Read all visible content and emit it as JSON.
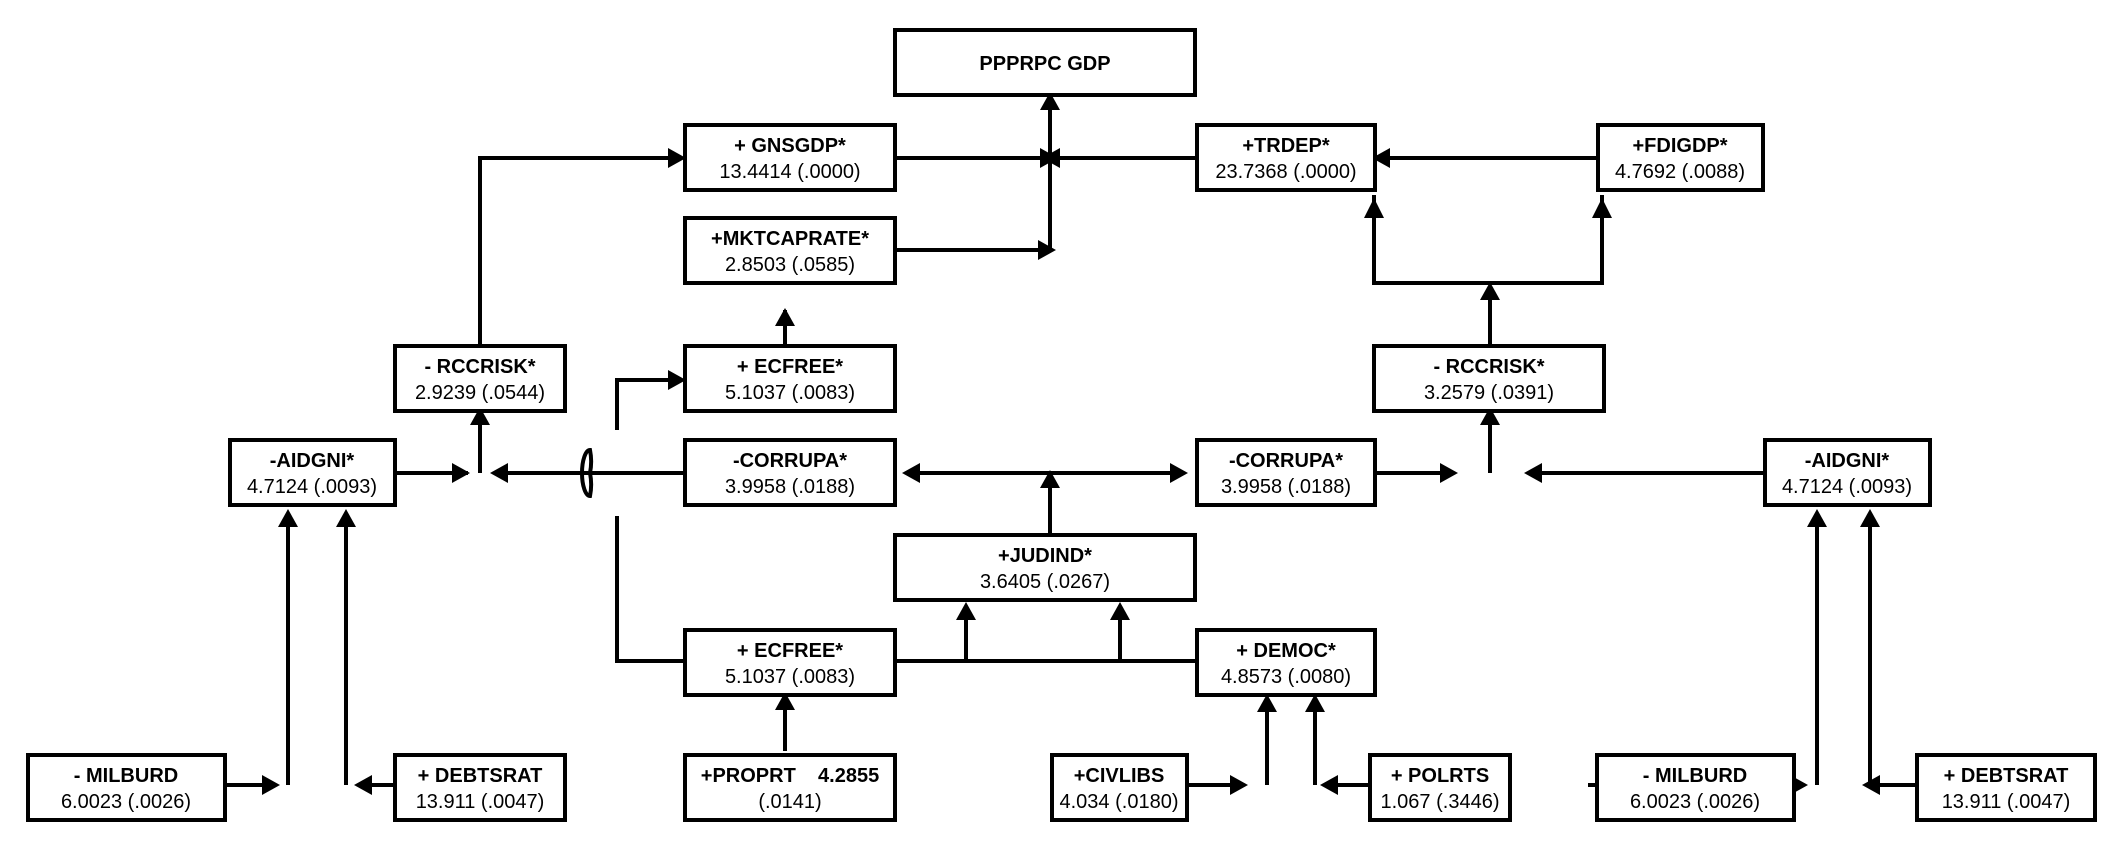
{
  "nodes": {
    "target": {
      "line1": "PPPRPC GDP"
    },
    "gnsgdp": {
      "line1": "+ GNSGDP*",
      "line2": "13.4414 (.0000)"
    },
    "mktcaprate": {
      "line1": "+MKTCAPRATE*",
      "line2": "2.8503 (.0585)"
    },
    "trdep": {
      "line1": "+TRDEP*",
      "line2": "23.7368 (.0000)"
    },
    "fdigdp": {
      "line1": "+FDIGDP*",
      "line2": "4.7692 (.0088)"
    },
    "rccrisk_left": {
      "line1": "- RCCRISK*",
      "line2": "2.9239 (.0544)"
    },
    "ecfree_top": {
      "line1": "+ ECFREE*",
      "line2": "5.1037 (.0083)"
    },
    "rccrisk_right": {
      "line1": "- RCCRISK*",
      "line2": "3.2579 (.0391)"
    },
    "aidgni_left": {
      "line1": "-AIDGNI*",
      "line2": "4.7124 (.0093)"
    },
    "corrupa_left": {
      "line1": "-CORRUPA*",
      "line2": "3.9958 (.0188)"
    },
    "corrupa_right": {
      "line1": "-CORRUPA*",
      "line2": "3.9958 (.0188)"
    },
    "aidgni_right": {
      "line1": "-AIDGNI*",
      "line2": "4.7124 (.0093)"
    },
    "judind": {
      "line1": "+JUDIND*",
      "line2": "3.6405 (.0267)"
    },
    "ecfree_bottom": {
      "line1": "+ ECFREE*",
      "line2": "5.1037 (.0083)"
    },
    "democ": {
      "line1": "+ DEMOC*",
      "line2": "4.8573 (.0080)"
    },
    "milburd_left": {
      "line1": "- MILBURD",
      "line2": "6.0023 (.0026)"
    },
    "debtsrat_left": {
      "line1": "+ DEBTSRAT",
      "line2": "13.911 (.0047)"
    },
    "proprt": {
      "line1": "+PROPRT    4.2855",
      "line2": "(.0141)"
    },
    "civlibs": {
      "line1": "+CIVLIBS",
      "line2": "4.034 (.0180)"
    },
    "polrts": {
      "line1": "+ POLRTS",
      "line2": "1.067 (.3446)"
    },
    "milburd_right": {
      "line1": "- MILBURD",
      "line2": "6.0023 (.0026)"
    },
    "debtsrat_right": {
      "line1": "+ DEBTSRAT",
      "line2": "13.911 (.0047)"
    }
  }
}
